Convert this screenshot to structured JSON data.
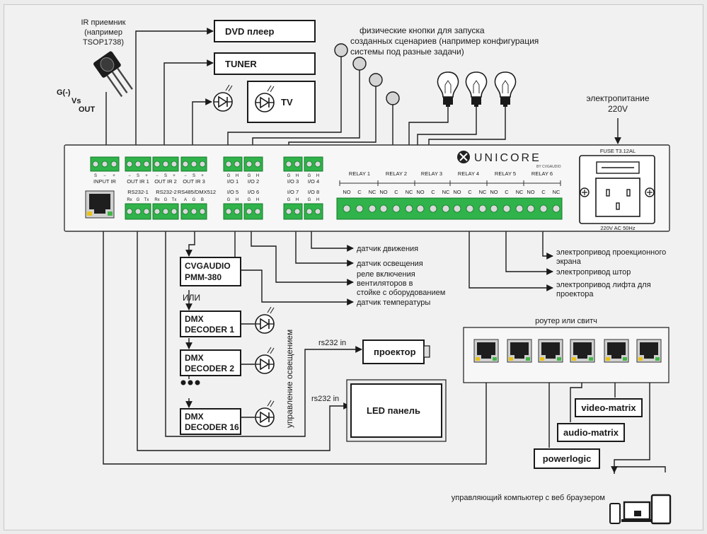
{
  "ir_receiver": {
    "title": "IR приемник",
    "subtitle_1": "(например",
    "subtitle_2": "TSOP1738)",
    "pin_g": "G(-)",
    "pin_vs": "Vs",
    "pin_out": "OUT"
  },
  "devices": {
    "dvd": "DVD плеер",
    "tuner": "TUNER",
    "tv": "TV",
    "cvgaudio_1": "CVGAUDIO",
    "cvgaudio_2": "PMM-380",
    "or": "ИЛИ",
    "dmx1_1": "DMX",
    "dmx1_2": "DECODER 1",
    "dmx2_1": "DMX",
    "dmx2_2": "DECODER 2",
    "dmx16_1": "DMX",
    "dmx16_2": "DECODER 16",
    "lighting_control": "управление освещением",
    "projector": "проектор",
    "rs232_in_1": "rs232 in",
    "rs232_in_2": "rs232 in",
    "led_panel": "LED панель"
  },
  "buttons_note": {
    "line1": "физические кнопки для запуска",
    "line2": "созданных сценариев (например конфигурация",
    "line3": "системы под разные задачи)"
  },
  "power": {
    "line1": "электропитание",
    "line2": "220V",
    "fuse": "FUSE T3.12AL",
    "rating": "220V AC 50Hz"
  },
  "panel": {
    "brand": "UNICORE",
    "brand_sub": "BY CVGAUDIO",
    "pins_s": "S",
    "pins_minus": "−",
    "pins_plus": "+",
    "pins_g": "G",
    "pins_h": "H",
    "input_ir": "INPUT IR",
    "out_ir_1": "OUT IR 1",
    "out_ir_2": "OUT IR 2",
    "out_ir_3": "OUT IR 3",
    "rs232_1": "RS232-1",
    "rs232_2": "RS232-2",
    "rs485": "RS485/DMX512",
    "rx": "Rx",
    "tx": "Tx",
    "pin_a": "A",
    "pin_b": "B",
    "io1": "I/O 1",
    "io2": "I/O 2",
    "io3": "I/O 3",
    "io4": "I/O 4",
    "io5": "I/O 5",
    "io6": "I/O 6",
    "io7": "I/O 7",
    "io8": "I/O 8",
    "relay1": "RELAY 1",
    "relay2": "RELAY 2",
    "relay3": "RELAY 3",
    "relay4": "RELAY 4",
    "relay5": "RELAY 5",
    "relay6": "RELAY 6",
    "no": "NO",
    "c": "C",
    "nc": "NC"
  },
  "sensors": {
    "motion": "датчик движения",
    "light": "датчик освещения",
    "fan1": "реле включения",
    "fan2": "вентиляторов в",
    "fan3": "стойке с оборудованием",
    "temp": "датчик температуры"
  },
  "actuators": {
    "screen1": "электропривод проекционного",
    "screen2": "экрана",
    "curtains": "электропривод штор",
    "lift1": "электропривод лифта для",
    "lift2": "проектора"
  },
  "network": {
    "router": "роутер или свитч",
    "video_matrix": "video-matrix",
    "audio_matrix": "audio-matrix",
    "powerlogic": "powerlogic",
    "computer": "управляющий компьютер с веб браузером"
  },
  "colors": {
    "terminal": "#2fb34a",
    "panel": "#f7f7f7",
    "wire": "#1a1a1a"
  }
}
